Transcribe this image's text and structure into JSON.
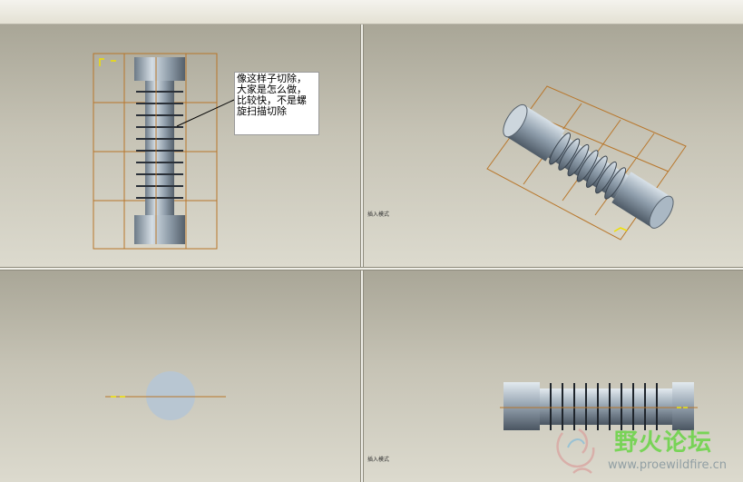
{
  "annotation": {
    "lines": [
      "像这样子切除，",
      "大家是怎么做，",
      "比较快，不是螺",
      "旋扫描切除"
    ]
  },
  "viewport_labels": {
    "top_right": "插入模式",
    "bottom_right": "插入模式"
  },
  "watermark": {
    "title": "野火论坛",
    "url": "www.proewildfire.cn"
  },
  "colors": {
    "background": "#c6c3b5",
    "datum_plane": "#b8762a",
    "part_shade": "#9fb0bf",
    "coordinate_axes": "#f0e000",
    "watermark_green": "#6fd44c"
  },
  "icons": [
    "csys-icon",
    "sketch-cursor-icon",
    "watermark-logo-icon"
  ]
}
